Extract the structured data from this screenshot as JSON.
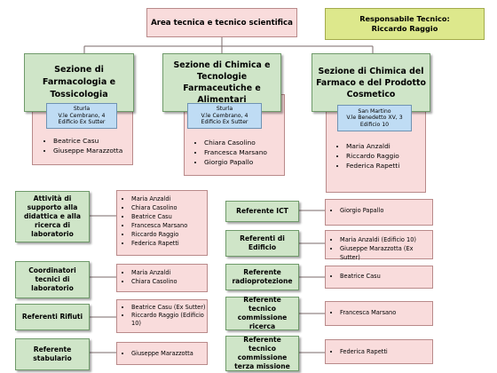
{
  "top": {
    "title": "Area tecnica e tecnico scientifica",
    "responsabile_line1": "Responsabile Tecnico:",
    "responsabile_line2": "Riccardo Raggio"
  },
  "sections": [
    {
      "title": "Sezione di Farmacologia e Tossicologia",
      "location": [
        "Sturla",
        "V.le Cembrano, 4",
        "Edificio Ex Sutter"
      ],
      "members": [
        "Beatrice Casu",
        "Giuseppe Marazzotta"
      ]
    },
    {
      "title": "Sezione di Chimica e Tecnologie Farmaceutiche e Alimentari",
      "location": [
        "Sturla",
        "V.le Cembrano, 4",
        "Edificio Ex Sutter"
      ],
      "members": [
        "Chiara Casolino",
        "Francesca Marsano",
        "Giorgio Papallo"
      ]
    },
    {
      "title": "Sezione di Chimica del Farmaco e del Prodotto Cosmetico",
      "location": [
        "San Martino",
        "V.le Benedetto XV, 3",
        "Edificio 10"
      ],
      "members": [
        "Maria Anzaldi",
        "Riccardo Raggio",
        "Federica Rapetti"
      ]
    }
  ],
  "left_roles": [
    {
      "title": "Attività di supporto alla didattica e alla ricerca di laboratorio",
      "members": [
        "Maria Anzaldi",
        "Chiara Casolino",
        "Beatrice Casu",
        "Francesca Marsano",
        "Riccardo Raggio",
        "Federica Rapetti"
      ]
    },
    {
      "title": "Coordinatori tecnici di laboratorio",
      "members": [
        "Maria Anzaldi",
        "Chiara Casolino"
      ]
    },
    {
      "title": "Referenti Rifiuti",
      "members": [
        "Beatrice Casu (Ex Sutter)",
        "Riccardo Raggio (Edificio 10)"
      ]
    },
    {
      "title": "Referente stabulario",
      "members": [
        "Giuseppe Marazzotta"
      ]
    }
  ],
  "right_roles": [
    {
      "title": "Referente ICT",
      "members": [
        "Giorgio Papallo"
      ]
    },
    {
      "title": "Referenti di Edificio",
      "members": [
        "Maria Anzaldi (Edificio 10)",
        "Giuseppe Marazzotta (Ex Sutter)"
      ]
    },
    {
      "title": "Referente radioprotezione",
      "members": [
        "Beatrice Casu"
      ]
    },
    {
      "title": "Referente tecnico commissione ricerca",
      "members": [
        "Francesca Marsano"
      ]
    },
    {
      "title": "Referente tecnico commissione terza missione",
      "members": [
        "Federica Rapetti"
      ]
    }
  ]
}
